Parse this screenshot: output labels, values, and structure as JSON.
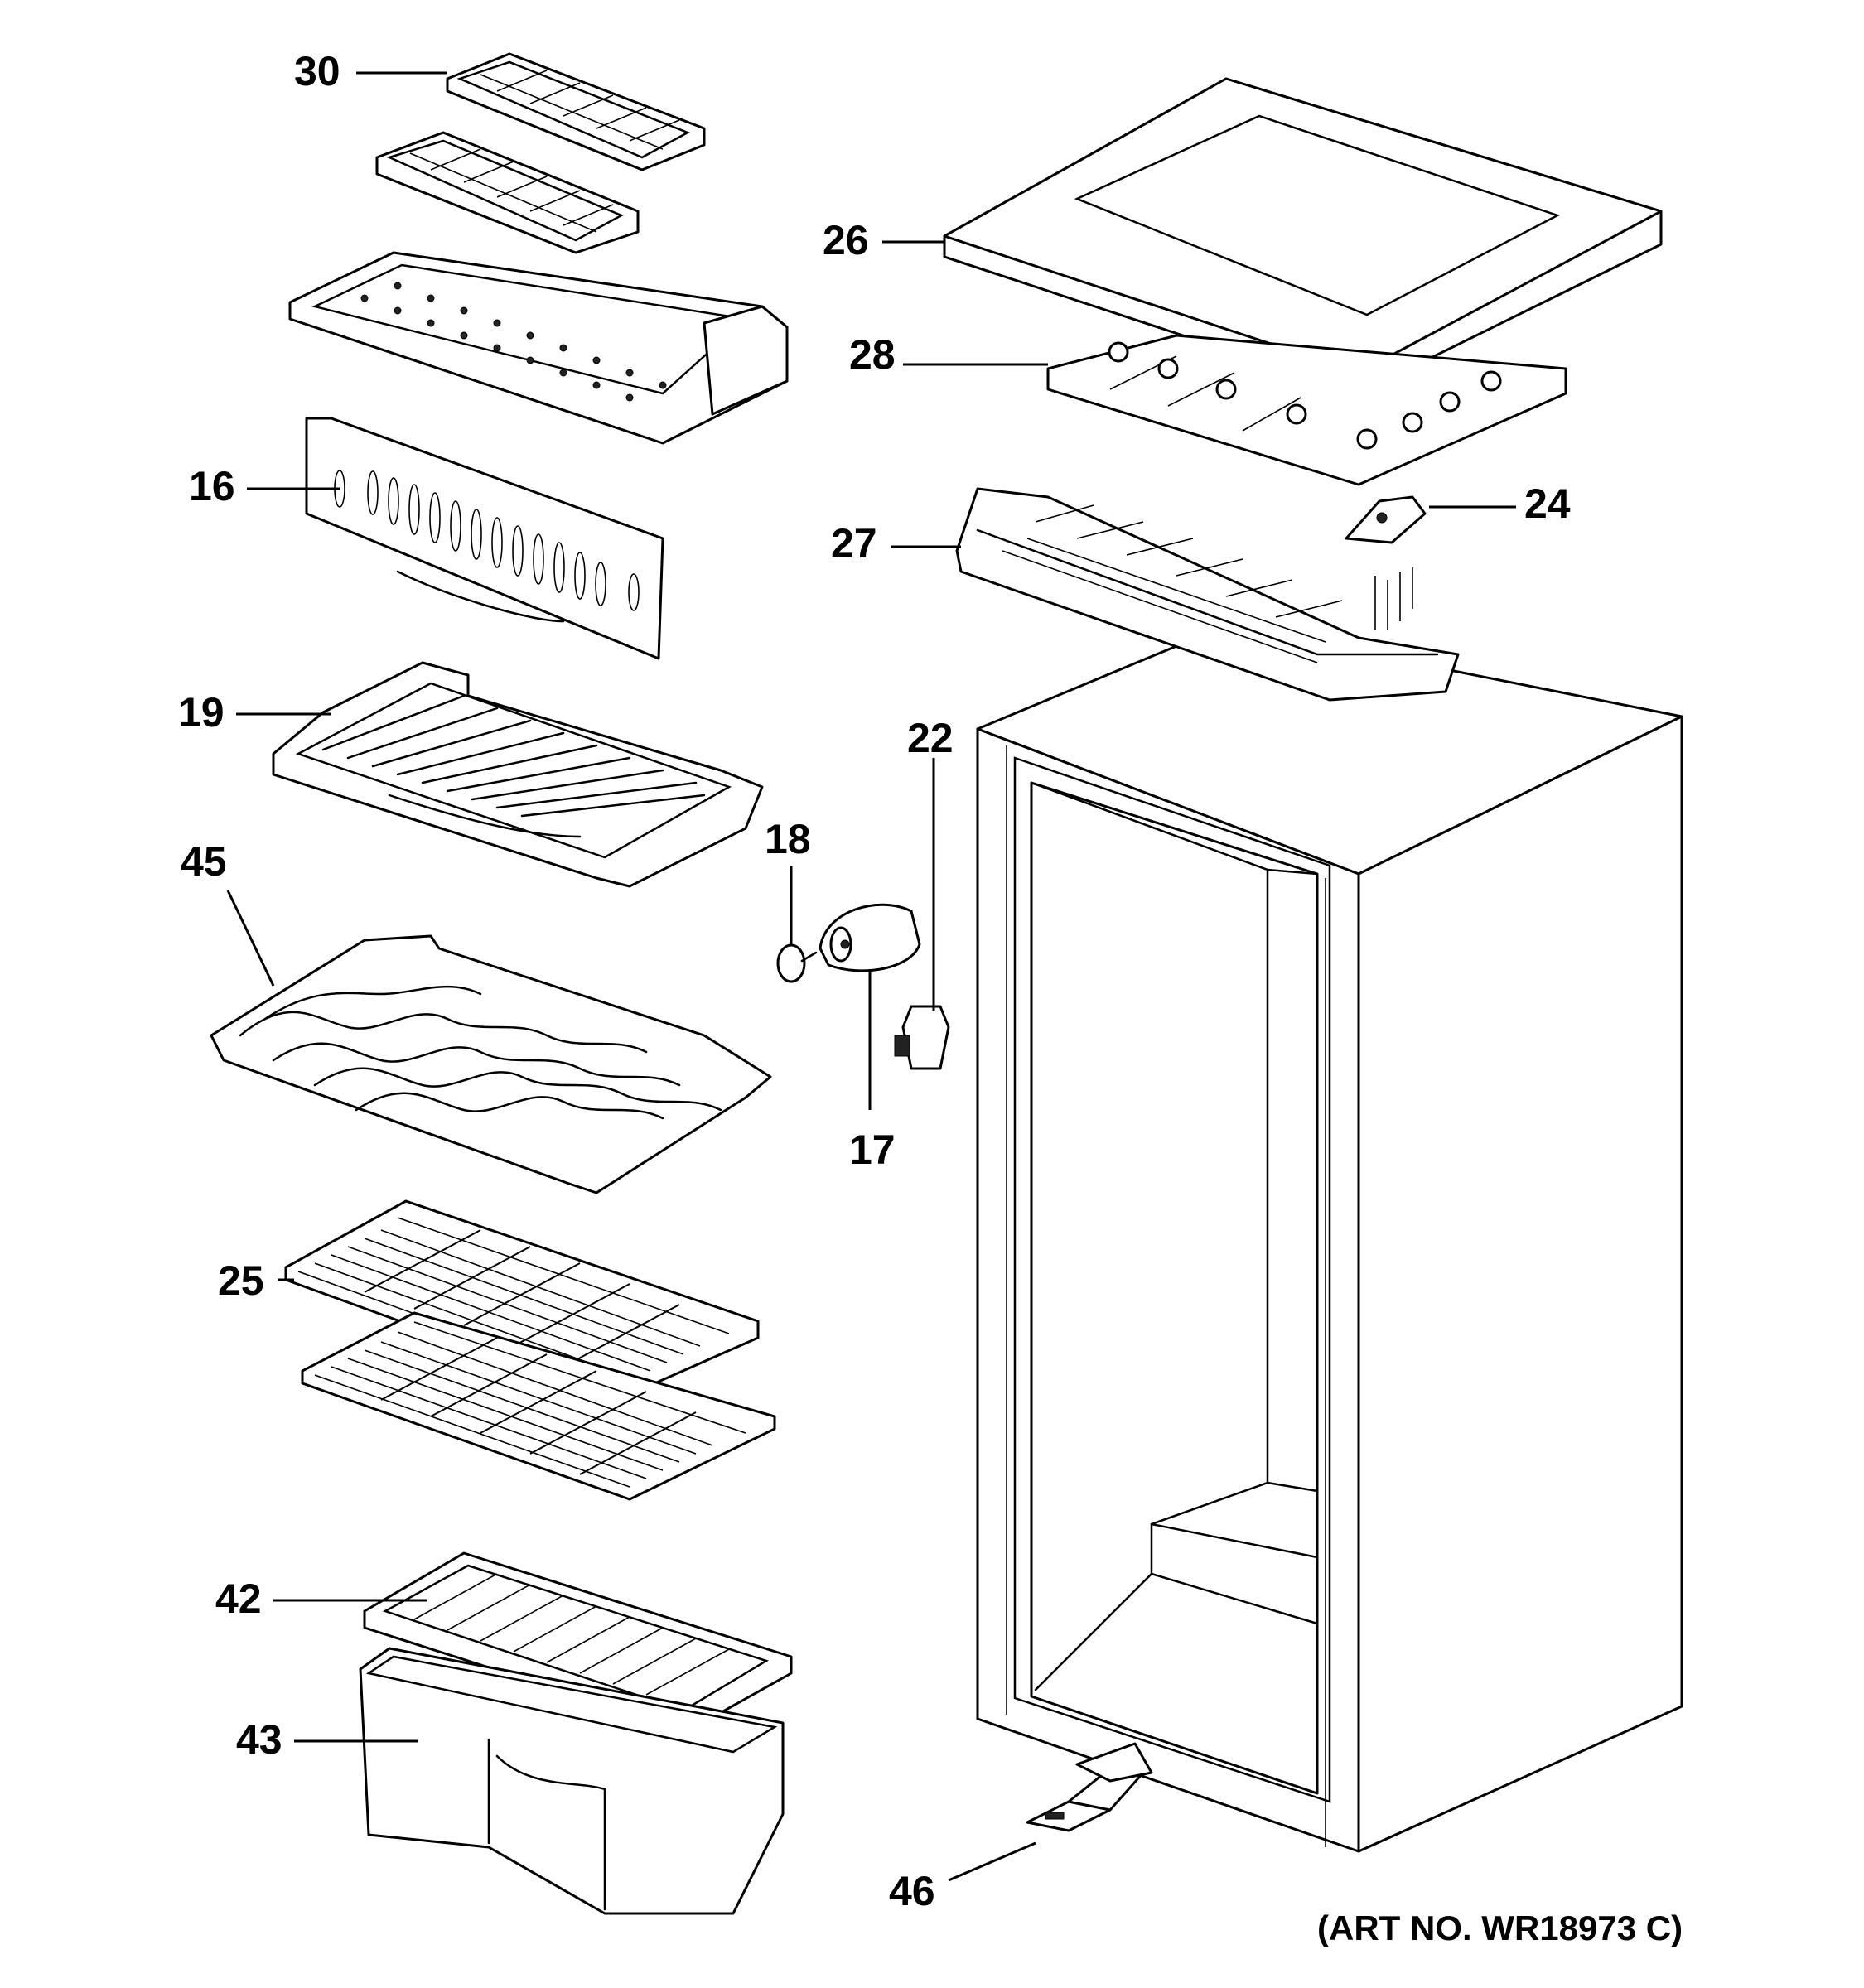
{
  "callouts": {
    "c30": "30",
    "c26": "26",
    "c28": "28",
    "c16": "16",
    "c24": "24",
    "c27": "27",
    "c19": "19",
    "c22": "22",
    "c18": "18",
    "c45": "45",
    "c17": "17",
    "c25": "25",
    "c42": "42",
    "c43": "43",
    "c46": "46"
  },
  "art_number": "(ART NO. WR18973 C)"
}
